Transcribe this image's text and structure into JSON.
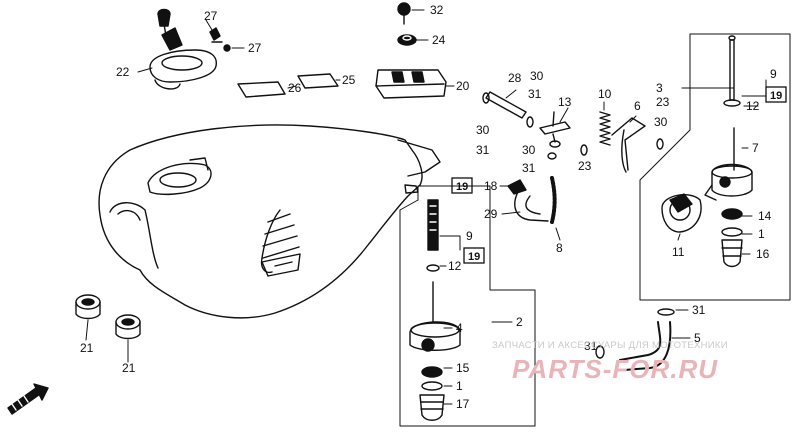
{
  "diagram": {
    "callouts": [
      "27",
      "27",
      "22",
      "32",
      "24",
      "26",
      "25",
      "20",
      "28",
      "30",
      "31",
      "30",
      "31",
      "13",
      "3",
      "23",
      "9",
      "12",
      "10",
      "6",
      "30",
      "23",
      "30",
      "31",
      "7",
      "19",
      "18",
      "29",
      "8",
      "14",
      "1",
      "11",
      "16",
      "9",
      "12",
      "2",
      "31",
      "4",
      "15",
      "1",
      "17",
      "21",
      "21",
      "5",
      "31"
    ],
    "ref_boxes": [
      "19",
      "19",
      "19"
    ],
    "watermark": {
      "caption": "ЗАПЧАСТИ И АКСЕССУАРЫ ДЛЯ МОТОТЕХНИКИ",
      "brand": "PARTS-FOR.RU"
    }
  }
}
